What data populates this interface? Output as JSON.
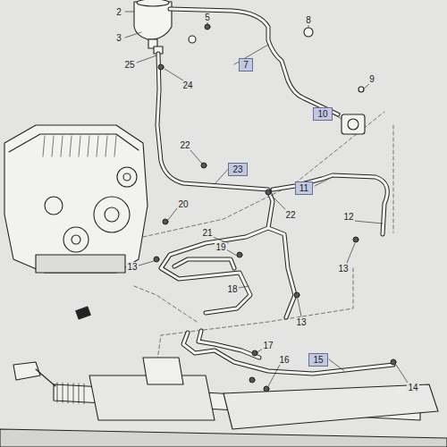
{
  "diagram": {
    "nodes": [
      {
        "text": [
          "7"
        ]
      },
      {
        "text": [
          "10"
        ]
      },
      {
        "text": [
          "23"
        ]
      },
      {
        "text": [
          "11"
        ]
      },
      {
        "text": [
          "15"
        ]
      }
    ],
    "labels": [
      "2",
      "3",
      "5",
      "8",
      "25",
      "24",
      "9",
      "22",
      "22",
      "12",
      "20",
      "21",
      "13",
      "19",
      "13",
      "18",
      "13",
      "17",
      "16",
      "14"
    ]
  }
}
